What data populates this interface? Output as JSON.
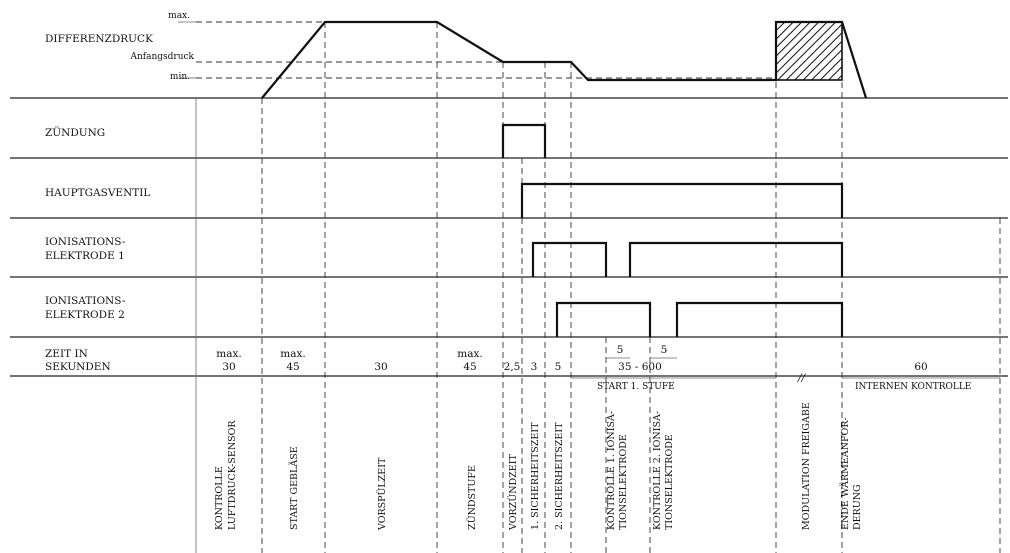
{
  "pressure": {
    "label": "DIFFERENZDRUCK",
    "max": "max.",
    "start": "Anfangsdruck",
    "min": "min."
  },
  "signals": {
    "ignition": "ZÜNDUNG",
    "main_valve": "HAUPTGASVENTIL",
    "ion1_a": "IONISATIONS-",
    "ion1_b": "ELEKTRODE 1",
    "ion2_a": "IONISATIONS-",
    "ion2_b": "ELEKTRODE 2"
  },
  "time": {
    "label_a": "ZEIT IN",
    "label_b": "SEKUNDEN",
    "t1_a": "max.",
    "t1_b": "30",
    "t2_a": "max.",
    "t2_b": "45",
    "t3": "30",
    "t4_a": "max.",
    "t4_b": "45",
    "t5": "2,5",
    "t6": "3",
    "t7": "5",
    "t8_top": "5",
    "t9_top": "5",
    "range": "35  -  600",
    "t10": "60",
    "start_stage": "START  1.  STUFE",
    "internal_check": "INTERNEN  KONTROLLE",
    "break_mark": "//"
  },
  "phases": {
    "p1_a": "KONTROLLE",
    "p1_b": "LUFTDRUCK-SENSOR",
    "p2": "START  GEBLÄSE",
    "p3": "VORSPÜLZEIT",
    "p4": "ZÜNDSTUFE",
    "p5": "VORZÜNDZEIT",
    "p6": "1.  SICHERHEITSZEIT",
    "p7": "2.  SICHERHEITSZEIT",
    "p8_a": "KONTROLLE  1.  IONISA-",
    "p8_b": "TIONSELEKTRODE",
    "p9_a": "KONTROLLE  2.  IONISA-",
    "p9_b": "TIONSELEKTRODE",
    "p10": "MODULATION  FREIGABE",
    "p11_a": "ENDE  WÄRMEANFOR-",
    "p11_b": "DERUNG"
  }
}
